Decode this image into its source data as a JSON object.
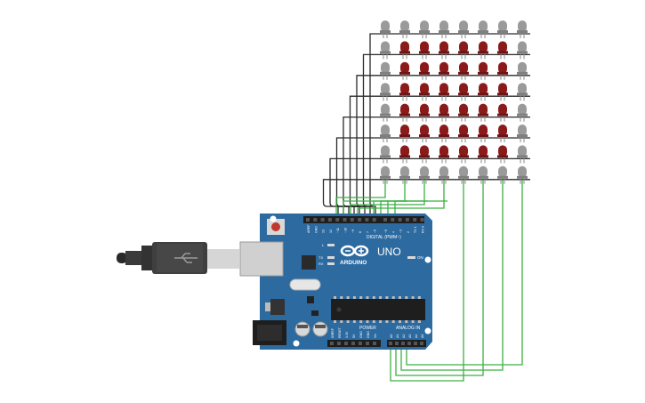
{
  "board": {
    "brand": "ARDUINO",
    "model": "UNO",
    "digital_header_label": "DIGITAL (PWM~)",
    "power_label": "POWER",
    "analog_label": "ANALOG IN",
    "on_label": "ON",
    "led_labels": [
      "L",
      "TX",
      "RX"
    ],
    "digital_pin_labels": [
      "AREF",
      "GND",
      "13",
      "12",
      "~11",
      "~10",
      "~9",
      "8",
      "7",
      "~6",
      "~5",
      "4",
      "~3",
      "2",
      "TX 1",
      "RX 0"
    ],
    "power_pin_labels": [
      "IOREF",
      "RESET",
      "3.3V",
      "5V",
      "GND",
      "GND",
      "Vin"
    ],
    "analog_pin_labels": [
      "A0",
      "A1",
      "A2",
      "A3",
      "A4",
      "A5"
    ]
  },
  "led_matrix": {
    "rows": 8,
    "cols": 8,
    "lit_color": "#8b1a1a",
    "unlit_color": "#9a9a9a",
    "lit_rows": [
      1,
      6
    ],
    "lit_cols": [
      1,
      6
    ]
  },
  "colors": {
    "board_blue": "#2c6aa0",
    "wire_black": "#2a2a2a",
    "wire_green": "#3cb043",
    "usb_cable": "#333333"
  }
}
